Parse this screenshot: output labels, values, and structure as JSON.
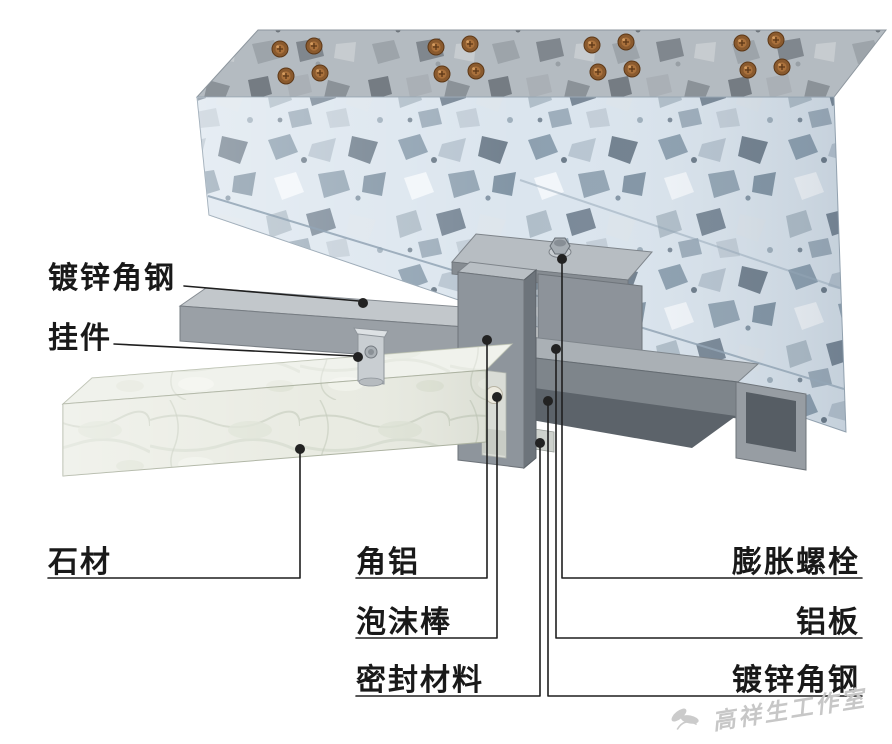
{
  "labels": {
    "left": [
      {
        "text": "镀锌角钢"
      },
      {
        "text": "挂件"
      },
      {
        "text": "石材"
      }
    ],
    "center": [
      {
        "text": "角铝"
      },
      {
        "text": "泡沫棒"
      },
      {
        "text": "密封材料"
      }
    ],
    "right": [
      {
        "text": "膨胀螺栓"
      },
      {
        "text": "铝板"
      },
      {
        "text": "镀锌角钢"
      }
    ]
  },
  "watermark": {
    "text": "高祥生工作室"
  },
  "colors": {
    "concrete_face": "#dbe5ee",
    "concrete_top": "#b4bbc1",
    "steel": "#9aa0a6",
    "stone": "#e9ebe2",
    "bolt_copper": "#8a5a2e",
    "label_text": "#191919",
    "watermark_gray": "#c7c7c7"
  }
}
